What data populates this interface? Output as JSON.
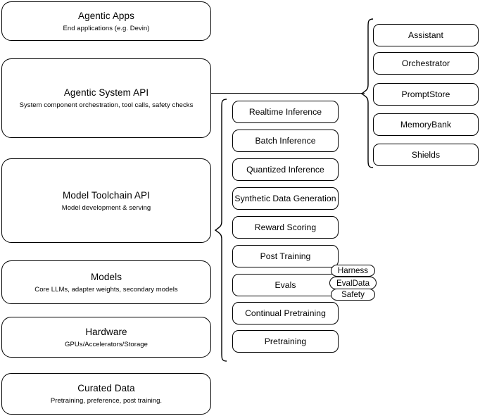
{
  "diagram": {
    "title": "Agentic stack layered architecture",
    "stroke_color": "#000000",
    "background_color": "#ffffff"
  },
  "layers": [
    {
      "id": "agentic-apps",
      "title": "Agentic Apps",
      "subtitle": "End applications (e.g. Devin)"
    },
    {
      "id": "agentic-system-api",
      "title": "Agentic System API",
      "subtitle": "System component orchestration, tool calls, safety checks"
    },
    {
      "id": "model-toolchain-api",
      "title": "Model Toolchain API",
      "subtitle": "Model development & serving"
    },
    {
      "id": "models",
      "title": "Models",
      "subtitle": "Core LLMs, adapter weights, secondary models"
    },
    {
      "id": "hardware",
      "title": "Hardware",
      "subtitle": "GPUs/Accelerators/Storage"
    },
    {
      "id": "curated-data",
      "title": "Curated Data",
      "subtitle": "Pretraining, preference, post training."
    }
  ],
  "toolchain_components": [
    {
      "id": "realtime-inference",
      "label": "Realtime Inference"
    },
    {
      "id": "batch-inference",
      "label": "Batch Inference"
    },
    {
      "id": "quantized-inference",
      "label": "Quantized Inference"
    },
    {
      "id": "synthetic-data-generation",
      "label": "Synthetic Data Generation"
    },
    {
      "id": "reward-scoring",
      "label": "Reward Scoring"
    },
    {
      "id": "post-training",
      "label": "Post Training"
    },
    {
      "id": "evals",
      "label": "Evals"
    },
    {
      "id": "continual-pretraining",
      "label": "Continual Pretraining"
    },
    {
      "id": "pretraining",
      "label": "Pretraining"
    }
  ],
  "eval_pills": [
    {
      "id": "harness",
      "label": "Harness"
    },
    {
      "id": "evaldata",
      "label": "EvalData"
    },
    {
      "id": "safety",
      "label": "Safety"
    }
  ],
  "system_components": [
    {
      "id": "assistant",
      "label": "Assistant"
    },
    {
      "id": "orchestrator",
      "label": "Orchestrator"
    },
    {
      "id": "promptstore",
      "label": "PromptStore"
    },
    {
      "id": "memorybank",
      "label": "MemoryBank"
    },
    {
      "id": "shields",
      "label": "Shields"
    }
  ]
}
